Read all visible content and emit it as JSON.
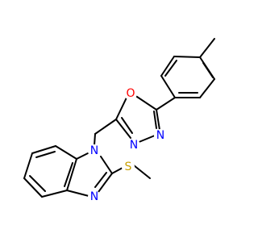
{
  "diagram": {
    "type": "chemical-structure",
    "atoms": {
      "o_oxadiazole": {
        "label": "O",
        "color": "#ff0000"
      },
      "n3_oxadiazole": {
        "label": "N",
        "color": "#0000ff"
      },
      "n4_oxadiazole": {
        "label": "N",
        "color": "#0000ff"
      },
      "n1_benzimidazole": {
        "label": "N",
        "color": "#0000ff"
      },
      "n3_benzimidazole": {
        "label": "N",
        "color": "#0000ff"
      },
      "s_methylthio": {
        "label": "S",
        "color": "#c8a000"
      }
    },
    "bond_color": "#000000"
  }
}
